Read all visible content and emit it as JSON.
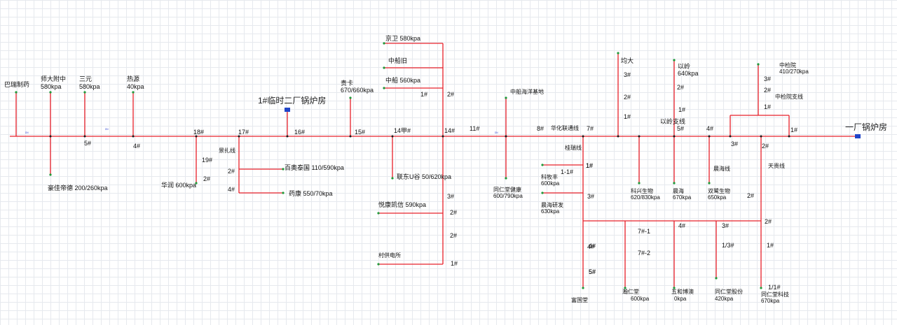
{
  "boilers": {
    "temp": "1#临时二厂锅炉房",
    "main": "一厂锅炉房"
  },
  "labels": [
    {
      "id": "bazheng",
      "text": "巴瑞制药"
    },
    {
      "id": "shidafuzhong",
      "text": "师大附中"
    },
    {
      "id": "shidafuzhong_p",
      "text": "580kpa"
    },
    {
      "id": "sanyuan",
      "text": "三元"
    },
    {
      "id": "sanyuan_p",
      "text": "580kpa"
    },
    {
      "id": "reyuan",
      "text": "热源"
    },
    {
      "id": "reyuan_p",
      "text": "40kpa"
    },
    {
      "id": "jingwei",
      "text": "京卫 580kpa"
    },
    {
      "id": "zhongchuan",
      "text": "中船旧"
    },
    {
      "id": "zhongliu",
      "text": "中船  560kpa"
    },
    {
      "id": "guika",
      "text": "贵卡"
    },
    {
      "id": "guika_p",
      "text": "670/660kpa"
    },
    {
      "id": "zhongliu_haiyang",
      "text": "中船海洋基地"
    },
    {
      "id": "huahua",
      "text": "华化联通线"
    },
    {
      "id": "junda",
      "text": "均大"
    },
    {
      "id": "yiling",
      "text": "以岭"
    },
    {
      "id": "yiling_p",
      "text": "640kpa"
    },
    {
      "id": "yiling_zhi",
      "text": "以岭支线"
    },
    {
      "id": "zhongjian",
      "text": "中检院"
    },
    {
      "id": "zhongjian_p",
      "text": "410/270kpa"
    },
    {
      "id": "zhongjian_zhi",
      "text": "中检院支线"
    },
    {
      "id": "haojia",
      "text": "豪佳帝德 200/260kpa"
    },
    {
      "id": "jingzha",
      "text": "景扎线"
    },
    {
      "id": "huarun",
      "text": "华润 600kpa"
    },
    {
      "id": "baiyi",
      "text": "百奥泰国  110/590kpa"
    },
    {
      "id": "yaokang",
      "text": "药康  550/70kpa"
    },
    {
      "id": "liandong",
      "text": "联东U谷 50/620kpa"
    },
    {
      "id": "yuekang",
      "text": "悦康凯信 590kpa"
    },
    {
      "id": "cungong",
      "text": "村供电所"
    },
    {
      "id": "tongrentang_js",
      "text": "同仁堂健康"
    },
    {
      "id": "tongrentang_js_p",
      "text": "600/790kpa"
    },
    {
      "id": "zhuangzhuang",
      "text": "桂瑞线"
    },
    {
      "id": "kemumu",
      "text": "科牧丰"
    },
    {
      "id": "kemumu_p",
      "text": "600kpa"
    },
    {
      "id": "chenhai",
      "text": "晨海研发"
    },
    {
      "id": "chenhai_p",
      "text": "630kpa"
    },
    {
      "id": "fuguotang",
      "text": "富国堂"
    },
    {
      "id": "kexing",
      "text": "科兴生物"
    },
    {
      "id": "kexing_p",
      "text": "620/830kpa"
    },
    {
      "id": "chenhai2",
      "text": "晨海"
    },
    {
      "id": "chenhai2_p",
      "text": "670kpa"
    },
    {
      "id": "chenhaixian",
      "text": "晨海线"
    },
    {
      "id": "shuangzhu",
      "text": "双鹭生物"
    },
    {
      "id": "shuangzhu_p",
      "text": "650kpa"
    },
    {
      "id": "tianguixian",
      "text": "天贵线"
    },
    {
      "id": "hairentang",
      "text": "瀚仁堂"
    },
    {
      "id": "hairentang_p",
      "text": "600kpa"
    },
    {
      "id": "wuhe",
      "text": "五和博澳"
    },
    {
      "id": "wuhe_p",
      "text": "0kpa"
    },
    {
      "id": "tongrentang_gf",
      "text": "同仁堂股份"
    },
    {
      "id": "tongrentang_gf_p",
      "text": "420kpa"
    },
    {
      "id": "tongrentang_kj",
      "text": "同仁堂科技"
    },
    {
      "id": "tongrentang_kj_p",
      "text": "670kpa"
    }
  ],
  "node_numbers": [
    "5#",
    "4#",
    "18#",
    "17#",
    "16#",
    "15#",
    "14甲#",
    "14#",
    "11#",
    "8#",
    "7#",
    "5#",
    "4#",
    "3#",
    "1#",
    "19#",
    "2#",
    "2#",
    "4#",
    "1#",
    "2#",
    "3#",
    "2#",
    "1#",
    "5#",
    "4#",
    "2#",
    "1#",
    "1#",
    "1-1#",
    "3#",
    "4#",
    "5#",
    "7#-1",
    "7#-2",
    "4#",
    "3#",
    "1/3#",
    "2#",
    "1#",
    "1/1#",
    "2#",
    "2#",
    "3#",
    "2#",
    "1#",
    "1#",
    "2#",
    "3#",
    "2#",
    "1#"
  ],
  "pipe_annotations": [
    "DN",
    "DN",
    "DN"
  ]
}
